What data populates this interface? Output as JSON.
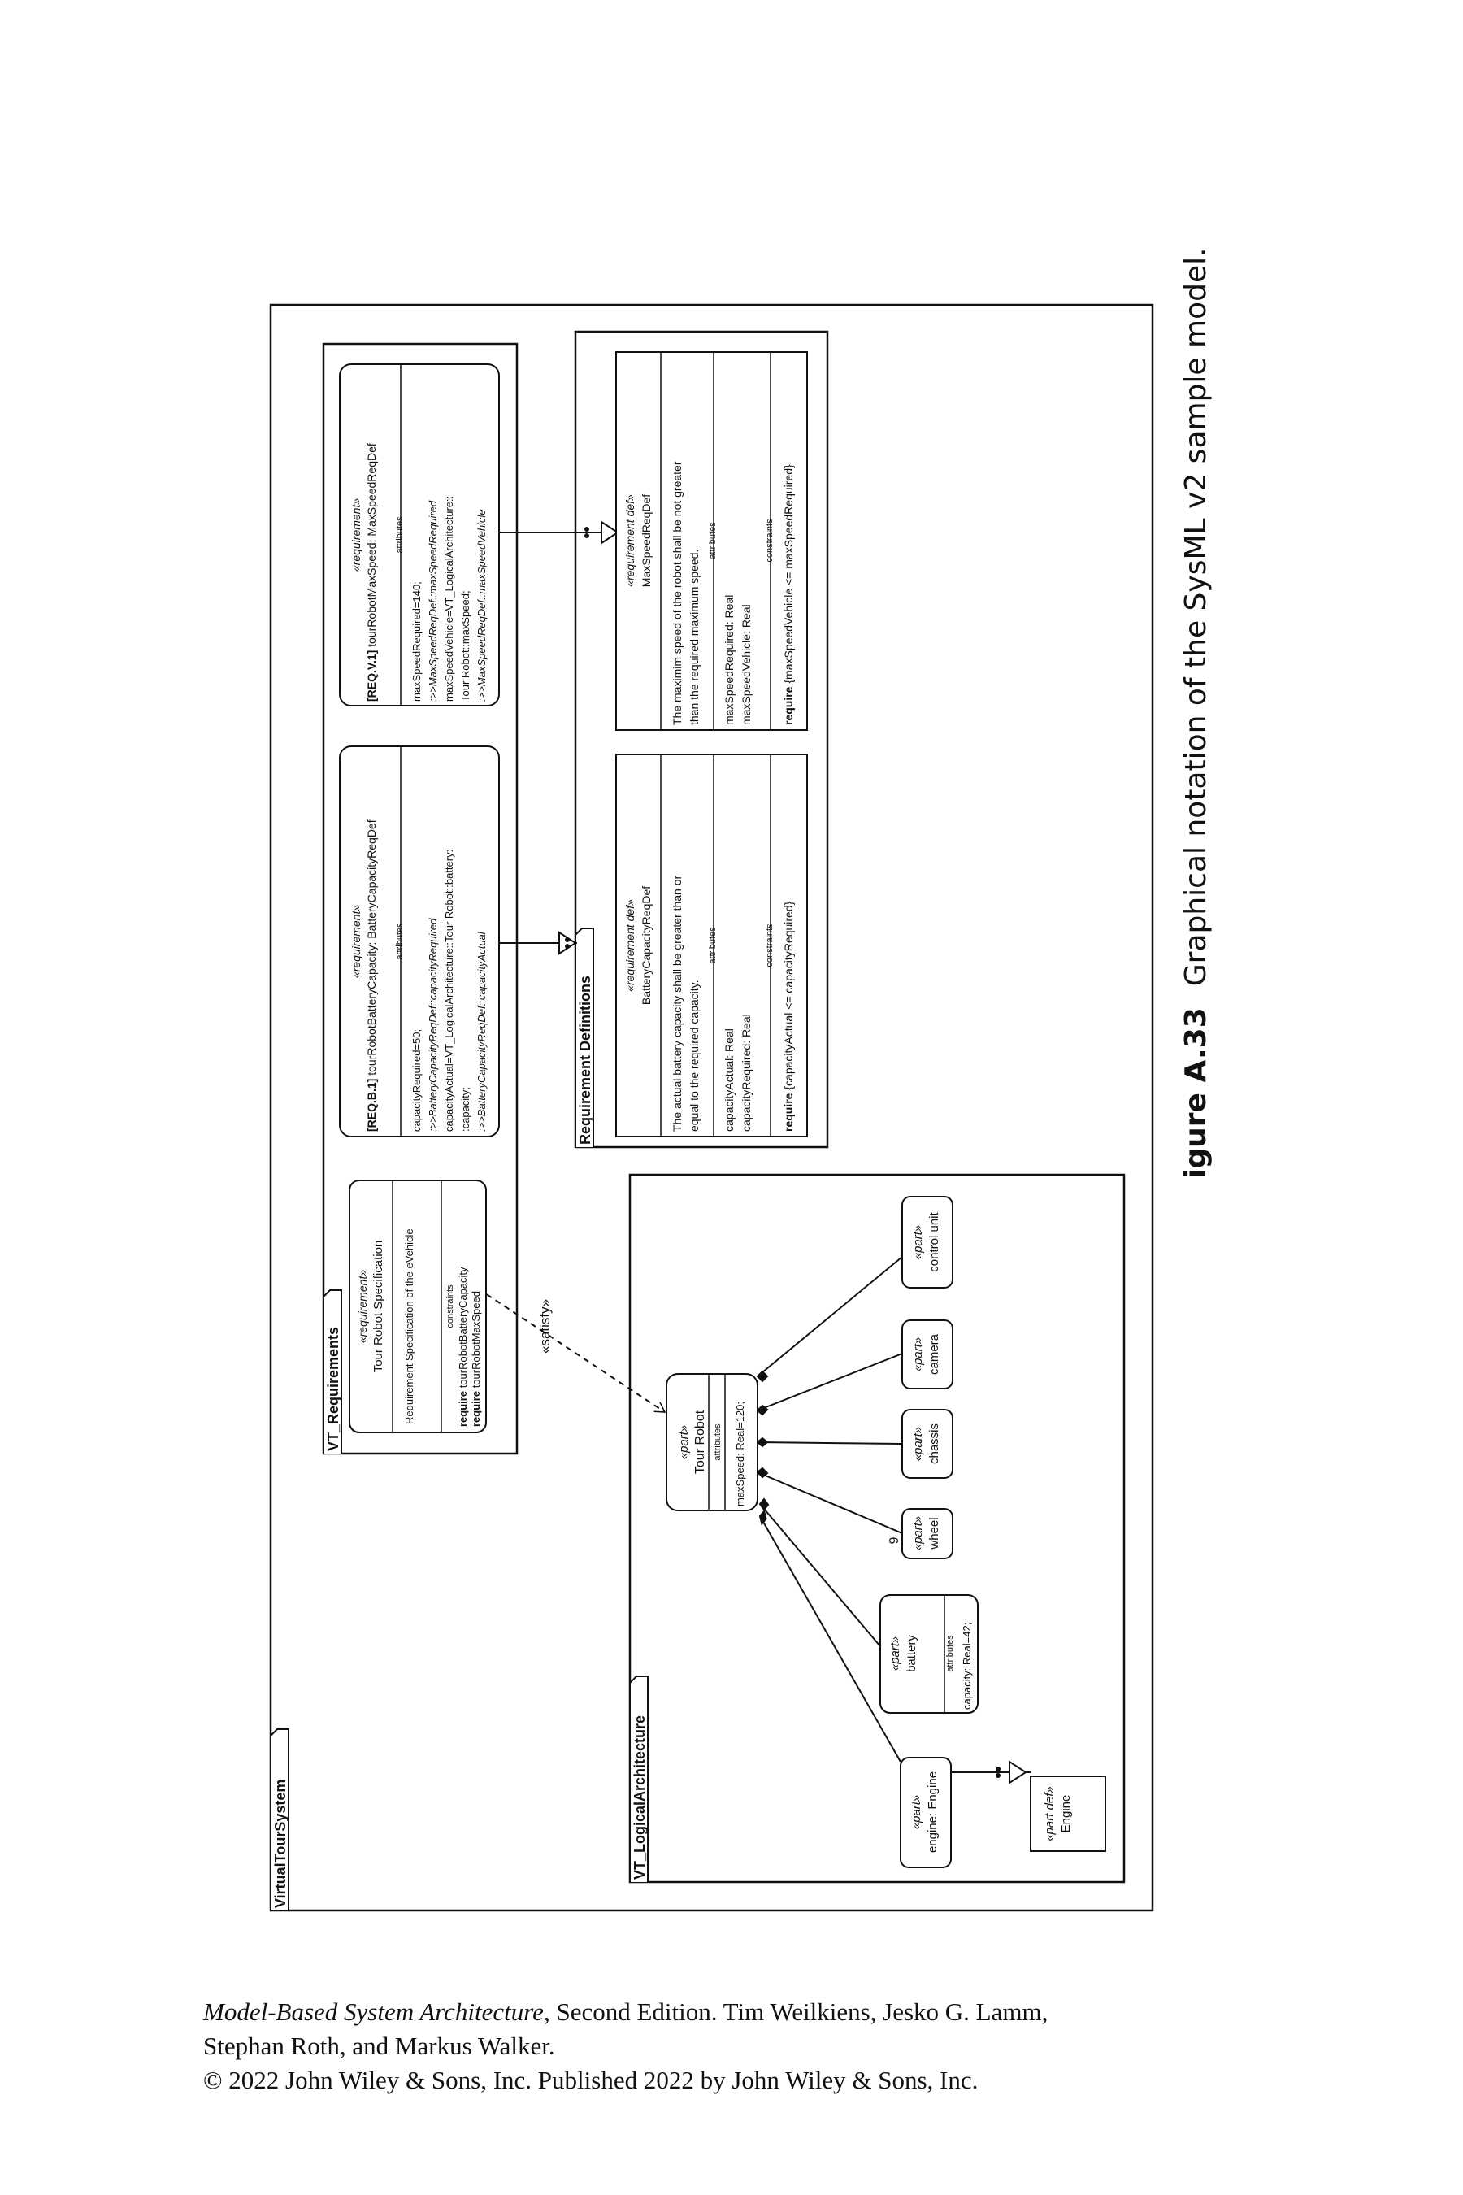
{
  "diagram": {
    "root_frame": "VirtualTourSystem",
    "logical_frame": "VT_LogicalArchitecture",
    "requirements_frame": "VT_Requirements",
    "definitions_frame": "Requirement Definitions",
    "satisfy_label": "«satisfy»",
    "tour_robot": {
      "stereo": "«part»",
      "name": "Tour Robot",
      "compartment": "attributes",
      "attr": "maxSpeed: Real=120;"
    },
    "engine_part": {
      "stereo": "«part»",
      "name": "engine: Engine"
    },
    "engine_def": {
      "stereo": "«part def»",
      "name": "Engine"
    },
    "battery": {
      "stereo": "«part»",
      "name": "battery",
      "compartment": "attributes",
      "attr": "capacity: Real=42;"
    },
    "wheel": {
      "stereo": "«part»",
      "name": "wheel",
      "multiplicity": "6"
    },
    "chassis": {
      "stereo": "«part»",
      "name": "chassis"
    },
    "camera": {
      "stereo": "«part»",
      "name": "camera"
    },
    "control_unit": {
      "stereo": "«part»",
      "name": "control unit"
    },
    "spec_req": {
      "stereo": "«requirement»",
      "name": "Tour Robot Specification",
      "text": "Requirement Specification of the eVehicle",
      "compartment": "constraints",
      "req1_kw": "require",
      "req1": " tourRobotBatteryCapacity",
      "req2_kw": "require",
      "req2": " tourRobotMaxSpeed"
    },
    "battery_req": {
      "stereo": "«requirement»",
      "id": "[REQ.B.1]",
      "name": " tourRobotBatteryCapacity: BatteryCapacityReqDef",
      "compartment": "attributes",
      "l1": "capacityRequired=50;",
      "l2": ":>>BatteryCapacityReqDef::capacityRequired",
      "l3": "capacityActual=VT_LogicalArchitecture::Tour Robot::battery:",
      "l4": ":capacity;",
      "l5": ":>>BatteryCapacityReqDef::capacityActual"
    },
    "speed_req": {
      "stereo": "«requirement»",
      "id": "[REQ.V.1]",
      "name": " tourRobotMaxSpeed: MaxSpeedReqDef",
      "compartment": "attributes",
      "l1": "maxSpeedRequired=140;",
      "l2": ":>>MaxSpeedReqDef::maxSpeedRequired",
      "l3": "maxSpeedVehicle=VT_LogicalArchitecture::",
      "l4": "Tour Robot::maxSpeed;",
      "l5": ":>>MaxSpeedReqDef::maxSpeedVehicle"
    },
    "battery_def": {
      "stereo": "«requirement def»",
      "name": "BatteryCapacityReqDef",
      "doc1": "The actual battery capacity shall be greater than or",
      "doc2": "equal to the required capacity.",
      "attrs_label": "attributes",
      "a1": "capacityActual: Real",
      "a2": "capacityRequired: Real",
      "cons_label": "constraints",
      "req_kw": "require",
      "req": " {capacityActual <= capacityRequired}"
    },
    "speed_def": {
      "stereo": "«requirement def»",
      "name": "MaxSpeedReqDef",
      "doc1": "The maximim speed of the robot shall be not greater",
      "doc2": "than the required maximum speed.",
      "attrs_label": "attributes",
      "a1": "maxSpeedRequired: Real",
      "a2": "maxSpeedVehicle: Real",
      "cons_label": "constraints",
      "req_kw": "require",
      "req": " {maxSpeedVehicle <= maxSpeedRequired}"
    }
  },
  "caption": {
    "label": "igure A.33",
    "text": "Graphical notation of the SysML v2 sample model."
  },
  "footer": {
    "book_title": "Model-Based System Architecture",
    "line1_rest": ", Second Edition. Tim Weilkiens, Jesko G. Lamm,",
    "line2": "Stephan Roth, and Markus Walker.",
    "line3": "© 2022 John Wiley & Sons, Inc. Published 2022 by John Wiley & Sons, Inc."
  }
}
